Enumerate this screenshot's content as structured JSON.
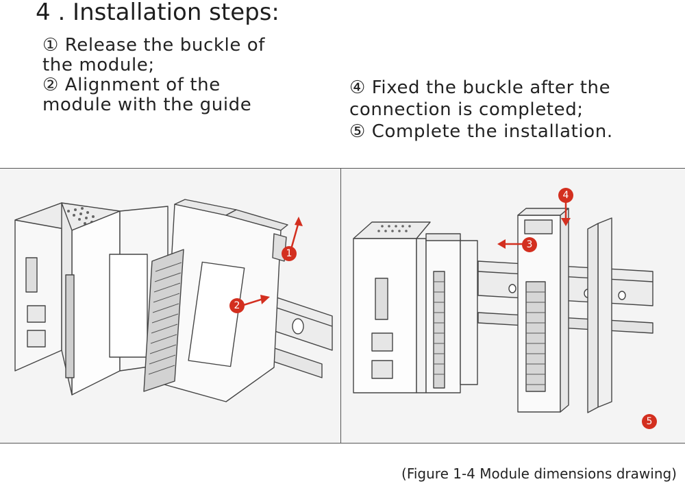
{
  "heading": "4 . Installation steps:",
  "steps_left": [
    "① Release the buckle of",
    "the module;",
    "② Alignment of the",
    "module with the guide"
  ],
  "steps_right": [
    "④ Fixed the buckle after the",
    "connection is completed;",
    "⑤ Complete the installation."
  ],
  "markers": {
    "step1": "1",
    "step2": "2",
    "step3": "3",
    "step4": "4",
    "step5": "5"
  },
  "caption": "(Figure 1-4 Module dimensions drawing)",
  "colors": {
    "marker": "#d32f1f",
    "line": "#444444",
    "panel_bg": "#f4f4f4"
  }
}
